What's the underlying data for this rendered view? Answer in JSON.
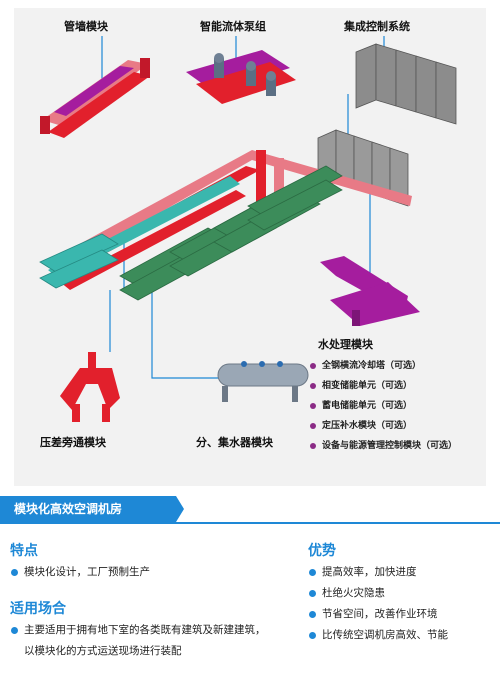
{
  "diagram": {
    "labels": {
      "pipe_wall_module": "管墙模块",
      "smart_pump_group": "智能流体泵组",
      "integrated_control": "集成控制系统",
      "water_treatment_module": "水处理模块",
      "bypass_module": "压差旁通模块",
      "header_module": "分、集水器模块"
    },
    "water_treatment_items": [
      "全钢横流冷却塔（可选）",
      "相变储能单元（可选）",
      "蓄电储能单元（可选）",
      "定压补水模块（可选）",
      "设备与能源管理控制模块（可选）"
    ],
    "colors": {
      "pipe_red": "#e2202c",
      "pipe_pink": "#e87a86",
      "pipe_teal": "#3ab7ae",
      "pipe_purple": "#a51d9e",
      "chiller_green": "#3c8c5a",
      "cabinet_gray": "#7f7f7f",
      "leader_blue": "#1e88d6"
    }
  },
  "banner": {
    "title": "模块化高效空调机房"
  },
  "features": {
    "title": "特点",
    "items": [
      "模块化设计，工厂预制生产"
    ]
  },
  "applicable": {
    "title": "适用场合",
    "items": [
      "主要适用于拥有地下室的各类既有建筑及新建建筑，以模块化的方式运送现场进行装配"
    ]
  },
  "advantages": {
    "title": "优势",
    "items": [
      "提高效率，加快进度",
      "杜绝火灾隐患",
      "节省空间，改善作业环境",
      "比传统空调机房高效、节能"
    ]
  }
}
